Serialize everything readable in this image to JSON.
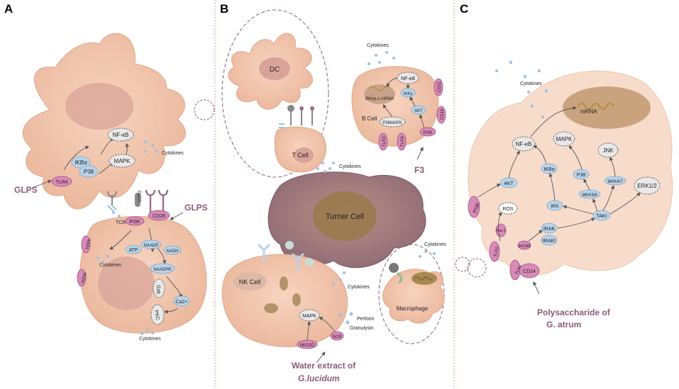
{
  "panels": {
    "a": "A",
    "b": "B",
    "c": "C"
  },
  "panel_a": {
    "glps_left": "GLPS",
    "glps_right": "GLPS",
    "tlr4": "TLR4",
    "ikba": "IKBα",
    "nfkb": "NF-κB",
    "p38": "P38",
    "mapk": "MAPK",
    "cytokines_top": "Cytokines",
    "ccr2": "CCR2",
    "tcr": "TCR",
    "pi3k": "PI3K",
    "cd28": "CD28",
    "h2kb": "H2Kb",
    "h2db": "H2Db",
    "atp": "ATP",
    "naadp": "NAADP",
    "nadh": "NADH",
    "naadpr": "NAADPR",
    "ca": "Ca2+",
    "pkc": "PKC",
    "gzb": "Gzb",
    "cytokines_mid": "Cytokines",
    "cytokines_bottom": "Cytokines"
  },
  "panel_b": {
    "dc": "DC",
    "t_cell": "T Cell",
    "cytokines_top": "Cytokines",
    "nfkb": "NF-κB",
    "blimp": "Blimp-1 mRNA",
    "ikky": "IKKγ",
    "cd21": "CD21",
    "akt": "AKT",
    "b_cell": "B Cell",
    "p38mapk": "P38MAPK",
    "cd19": "CD19",
    "tlr2": "TLR2",
    "tlr4": "TLR4",
    "pi3k": "PI3K",
    "f3": "F3",
    "cytokines_mid": "Cytokines",
    "tumer": "Turner Cell",
    "cytokines_right": "Cytokines",
    "nk_cell": "NK Cell",
    "cytokines_nk": "Cytokines",
    "mapk": "MAPK",
    "perforin": "Perforin",
    "granulysin": "Granulysin",
    "nkg2d": "NKG2D",
    "ncr": "NCR",
    "macrophage": "Macrophage",
    "water1": "Water extract of",
    "water2": "G.lucidum"
  },
  "panel_c": {
    "cytokines": "Cytokines",
    "mrna": "mRNA",
    "nfkb": "NF-κB",
    "mapk": "MAPK",
    "jnk": "JNK",
    "ikba": "IKBα",
    "p38": "P38",
    "mkk47": "MKK4/7",
    "mkk36": "MKK3/6",
    "erk": "ERK1/2",
    "akt": "AKT",
    "pi3k": "PI3K",
    "ros": "ROS",
    "ikk": "IKK",
    "taki": "TAKI",
    "irak": "IRAK",
    "iraki": "IRAKI",
    "rac1": "Rac-1",
    "myd88": "MYD88",
    "tlr2": "TLR2",
    "tlr4": "TLR4",
    "cd14": "CD14",
    "poly1": "Polysaccharide of",
    "poly2": "G. atrum"
  }
}
